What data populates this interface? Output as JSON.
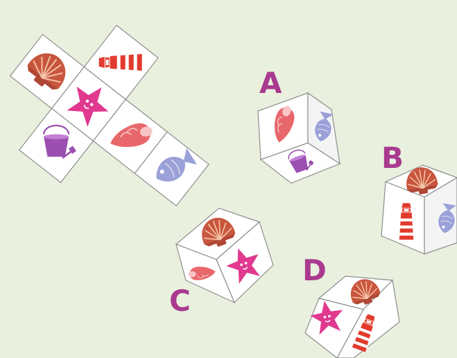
{
  "puzzle": {
    "net": {
      "faces": [
        "shell-icon",
        "lighthouse-icon",
        "starfish-icon",
        "bucket-spade-icon",
        "conch-icon",
        "fish-icon"
      ]
    },
    "options": [
      {
        "label": "A"
      },
      {
        "label": "B"
      },
      {
        "label": "C"
      },
      {
        "label": "D"
      }
    ]
  },
  "colors": {
    "background": "#e9f0de",
    "shell": "#c8553d",
    "lighthouse": "#e23b2d",
    "starfish": "#e0398f",
    "bucket": "#9b4fb0",
    "conch": "#e8676b",
    "fish": "#9aa0d8",
    "letter": "#a93a8f"
  }
}
